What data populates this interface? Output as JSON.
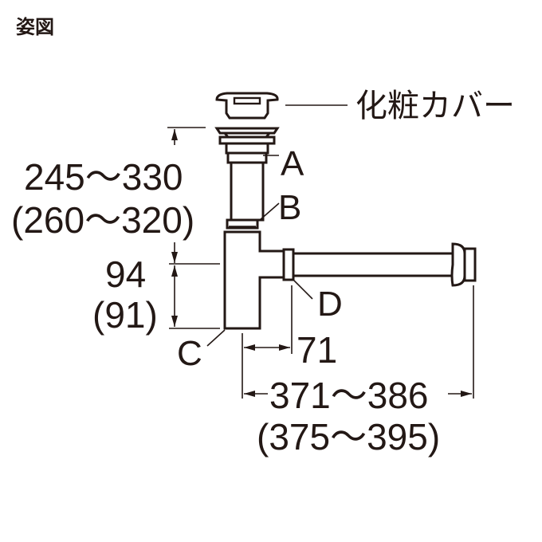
{
  "title": "姿図",
  "callouts": {
    "cover": "化粧カバー",
    "a": "A",
    "b": "B",
    "c": "C",
    "d": "D"
  },
  "dimensions": {
    "height_range": "245〜330",
    "height_range_alt": "(260〜320)",
    "trap_depth": "94",
    "trap_depth_alt": "(91)",
    "outlet_offset": "71",
    "horizontal_range": "371〜386",
    "horizontal_range_alt": "(375〜395)"
  },
  "colors": {
    "line": "#231815",
    "background": "#ffffff"
  }
}
